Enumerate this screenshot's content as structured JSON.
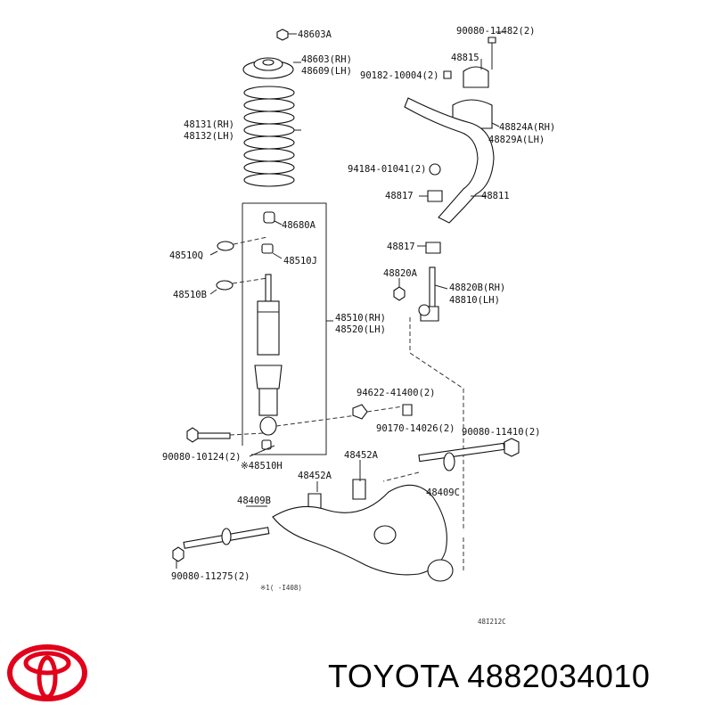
{
  "labels": {
    "p48603A": "48603A",
    "p48603_rh": "48603(RH)",
    "p48609_lh": "48609(LH)",
    "p48131_rh": "48131(RH)",
    "p48132_lh": "48132(LH)",
    "p90080_11482": "90080-11482(2)",
    "p48815": "48815",
    "p90182_10004": "90182-10004(2)",
    "p48824A_rh": "48824A(RH)",
    "p48829A_lh": "48829A(LH)",
    "p94184_01041": "94184-01041(2)",
    "p48817_a": "48817",
    "p48811": "48811",
    "p48680A": "48680A",
    "p48817_b": "48817",
    "p48510Q": "48510Q",
    "p48510J": "48510J",
    "p48820A": "48820A",
    "p48820B_rh": "48820B(RH)",
    "p48810_lh": "48810(LH)",
    "p48510B": "48510B",
    "p48510_rh": "48510(RH)",
    "p48520_lh": "48520(LH)",
    "p94622_41400": "94622-41400(2)",
    "p90170_14026": "90170-14026(2)",
    "p90080_11410": "90080-11410(2)",
    "p90080_10124": "90080-10124(2)",
    "p48452A_a": "48452A",
    "p48510H": "※48510H",
    "p48452A_b": "48452A",
    "p48409C": "48409C",
    "p48409B": "48409B",
    "p90080_11275": "90080-11275(2)",
    "footnote": "※1(      -I408)",
    "figure_code": "48I212C"
  },
  "brand": {
    "name": "TOYOTA",
    "part_number": "4882034010",
    "logo_color": "#e2001a"
  }
}
